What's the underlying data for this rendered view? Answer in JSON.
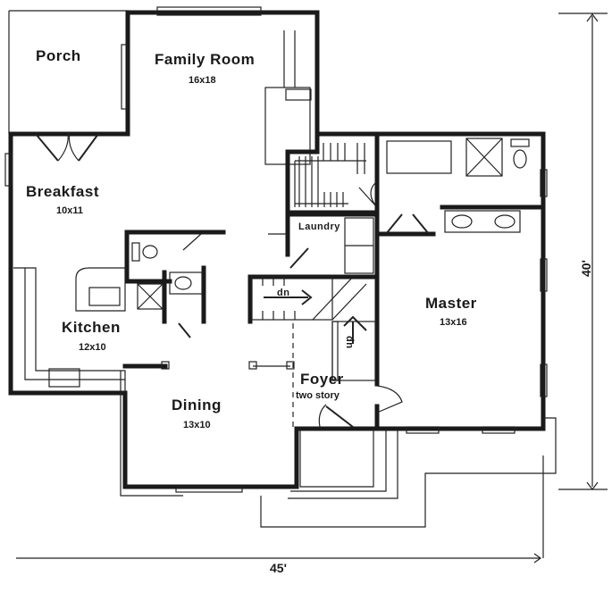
{
  "plan": {
    "rooms": {
      "porch": {
        "name": "Porch"
      },
      "family": {
        "name": "Family Room",
        "size": "16x18"
      },
      "breakfast": {
        "name": "Breakfast",
        "size": "10x11"
      },
      "kitchen": {
        "name": "Kitchen",
        "size": "12x10"
      },
      "laundry": {
        "name": "Laundry"
      },
      "master": {
        "name": "Master",
        "size": "13x16"
      },
      "dining": {
        "name": "Dining",
        "size": "13x10"
      },
      "foyer": {
        "name": "Foyer",
        "note": "two story"
      }
    },
    "stairs": {
      "down": "dn",
      "up": "up"
    },
    "dimensions": {
      "width": "45'",
      "depth": "40'"
    }
  }
}
